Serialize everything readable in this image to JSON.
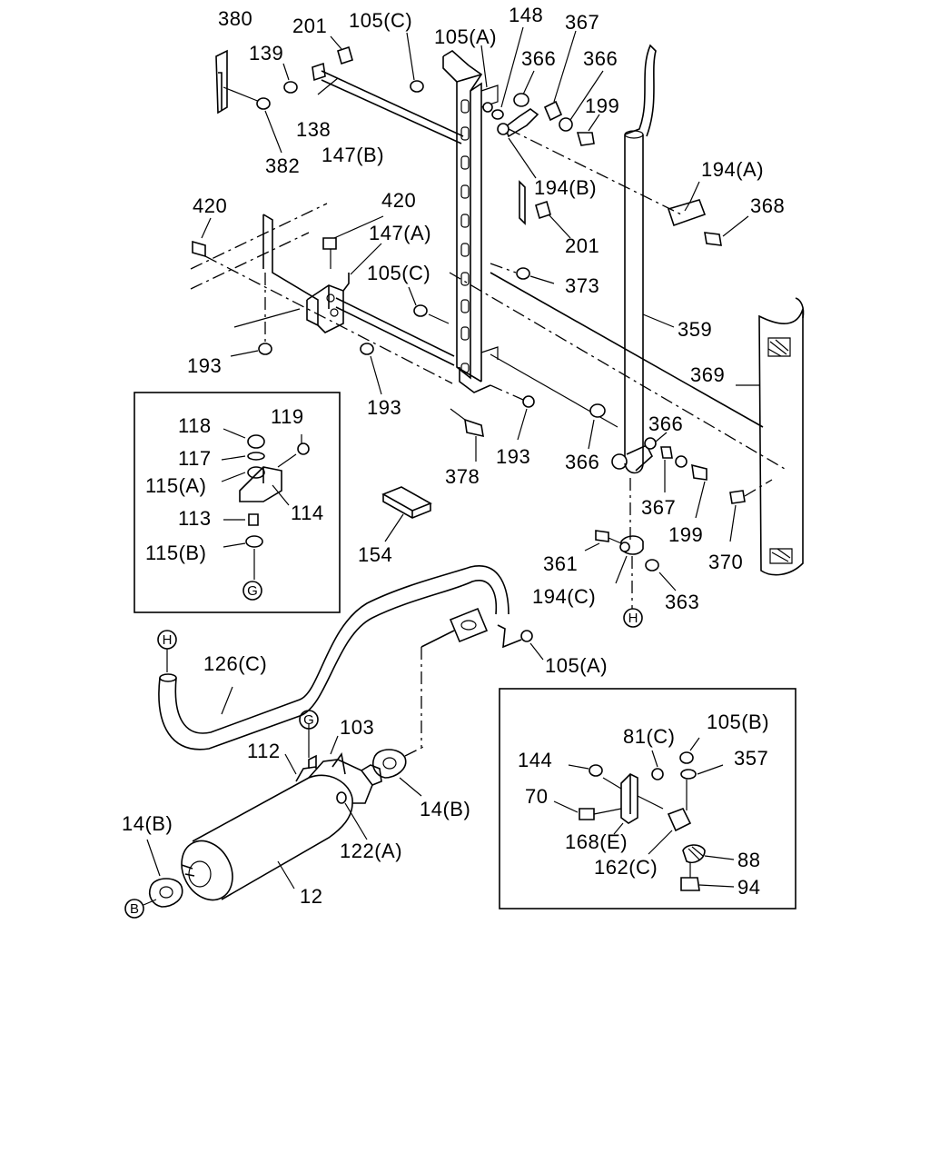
{
  "labels": {
    "l380": "380",
    "l201a": "201",
    "l105c_a": "105(C)",
    "l105a_a": "105(A)",
    "l148": "148",
    "l367a": "367",
    "l139": "139",
    "l366a": "366",
    "l366b": "366",
    "l199a": "199",
    "l138": "138",
    "l382": "382",
    "l147b": "147(B)",
    "l194b": "194(B)",
    "l194a": "194(A)",
    "l368": "368",
    "l201b": "201",
    "l420a": "420",
    "l420b": "420",
    "l147a": "147(A)",
    "l105c_b": "105(C)",
    "l373": "373",
    "l359": "359",
    "l369": "369",
    "l193a": "193",
    "l193b": "193",
    "l193c": "193",
    "l378": "378",
    "l366c": "366",
    "l366d": "366",
    "l367b": "367",
    "l199b": "199",
    "l370": "370",
    "l361": "361",
    "l194c": "194(C)",
    "l363": "363",
    "l154": "154",
    "l118": "118",
    "l119": "119",
    "l117": "117",
    "l115a": "115(A)",
    "l114": "114",
    "l113": "113",
    "l115b": "115(B)",
    "l105a_b": "105(A)",
    "l126c": "126(C)",
    "l103": "103",
    "l112": "112",
    "l14b_a": "14(B)",
    "l122a": "122(A)",
    "l14b_b": "14(B)",
    "l12": "12",
    "l81c": "81(C)",
    "l105b": "105(B)",
    "l144": "144",
    "l357": "357",
    "l70": "70",
    "l168e": "168(E)",
    "l162c": "162(C)",
    "l88": "88",
    "l94": "94"
  },
  "connectors": {
    "G1": "G",
    "G2": "G",
    "H1": "H",
    "H2": "H",
    "B": "B"
  }
}
